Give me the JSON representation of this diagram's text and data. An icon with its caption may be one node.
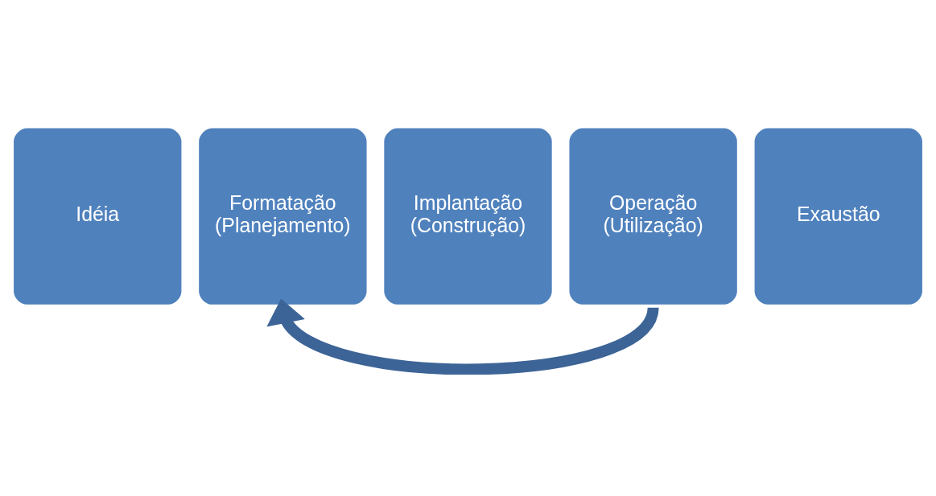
{
  "diagram": {
    "nodes": [
      {
        "text": [
          "Idéia"
        ]
      },
      {
        "text": [
          "Formatação (Planejamento)"
        ]
      },
      {
        "text": [
          "Implantação (Construção)"
        ]
      },
      {
        "text": [
          "Operação (Utilização)"
        ]
      },
      {
        "text": [
          "Exaustão"
        ]
      }
    ],
    "edges": [
      {
        "from": 3,
        "to": 1,
        "arrow": "to"
      }
    ]
  }
}
